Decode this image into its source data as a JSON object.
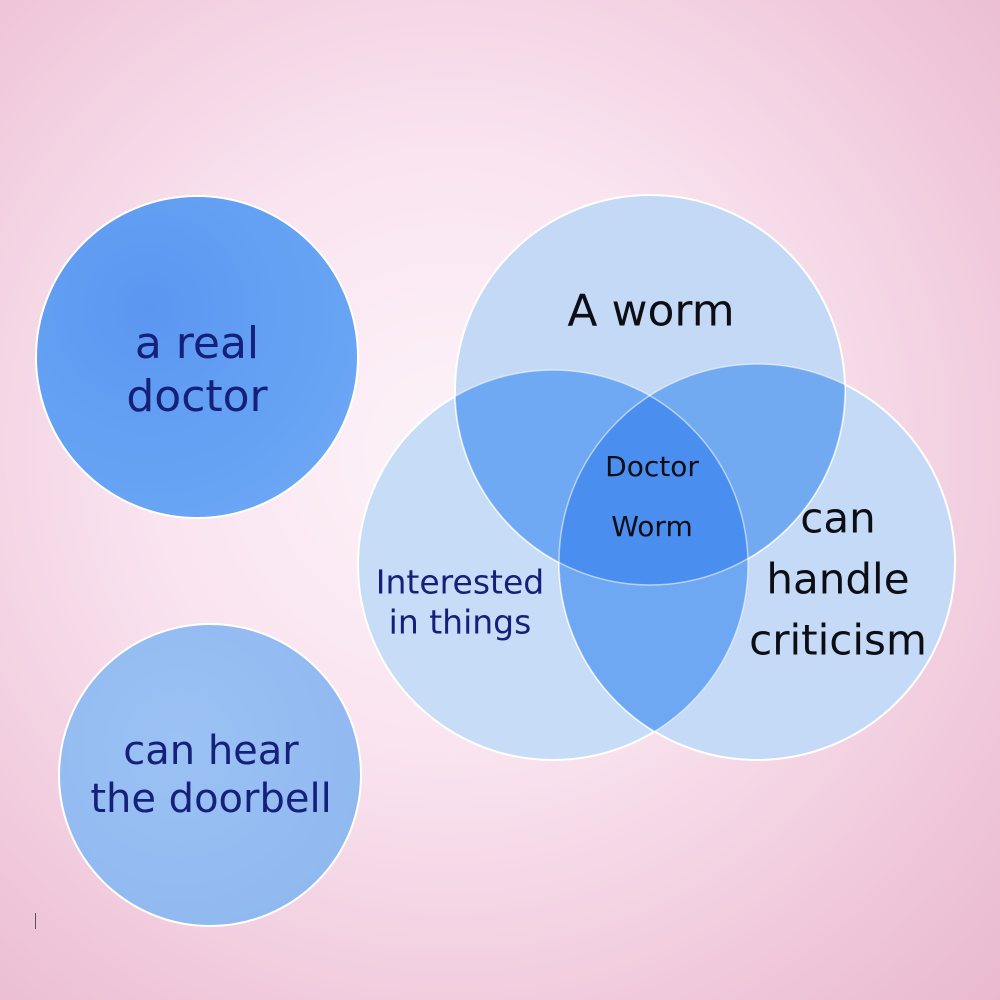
{
  "colors": {
    "light_fill": "#c6dcf7",
    "mid_fill": "#6fa8f2",
    "deep_fill": "#4a8ef0",
    "solid_fill": "#4f8cef",
    "stroke": "#ffffff",
    "navy_text": "#14207a",
    "black_text": "#0d0d14"
  },
  "circles": {
    "real_doctor": {
      "line1": "a real",
      "line2": "doctor"
    },
    "hear_doorbell": {
      "line1": "can hear",
      "line2": "the doorbell"
    },
    "worm": {
      "label": "A worm"
    },
    "interested": {
      "line1": "Interested",
      "line2": "in things"
    },
    "criticism": {
      "line1": "can",
      "line2": "handle",
      "line3": "criticism"
    }
  },
  "center": {
    "line1": "Doctor",
    "line2": "Worm"
  }
}
